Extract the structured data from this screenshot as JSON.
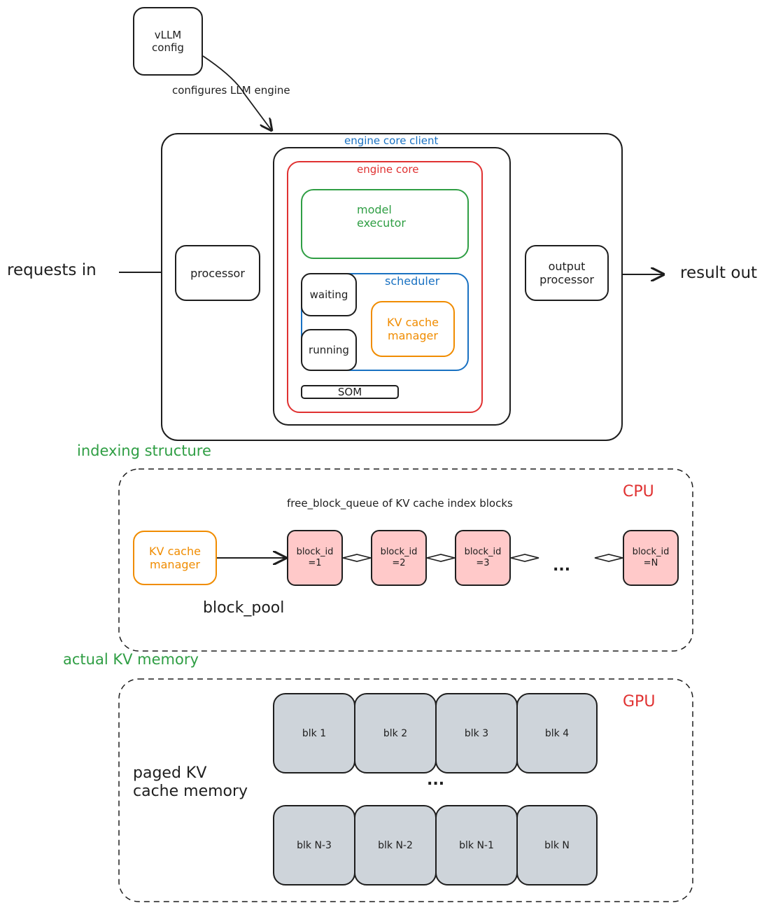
{
  "top": {
    "vllm_config": "vLLM\nconfig",
    "configures_label": "configures LLM engine"
  },
  "engine": {
    "client_label": "engine core client",
    "core_label": "engine core",
    "model_executor": "model\nexecutor",
    "scheduler": "scheduler",
    "waiting": "waiting",
    "running": "running",
    "kv_cache_manager": "KV cache\nmanager",
    "som": "SOM",
    "processor": "processor",
    "output_processor": "output\nprocessor",
    "requests_in": "requests in",
    "result_out": "result out"
  },
  "indexing": {
    "section_label": "indexing structure",
    "cpu_label": "CPU",
    "queue_title": "free_block_queue of KV cache index blocks",
    "kv_cache_manager": "KV cache\nmanager",
    "block_pool": "block_pool",
    "ellipsis": "...",
    "blocks": [
      "block_id\n=1",
      "block_id\n=2",
      "block_id\n=3",
      "block_id\n=N"
    ]
  },
  "memory": {
    "section_label": "actual KV memory",
    "gpu_label": "GPU",
    "paged_label": "paged KV\ncache memory",
    "ellipsis": "...",
    "row1": [
      "blk 1",
      "blk 2",
      "blk 3",
      "blk 4"
    ],
    "row2": [
      "blk N-3",
      "blk N-2",
      "blk N-1",
      "blk N"
    ]
  },
  "colors": {
    "blue": "#1971c2",
    "red": "#e03131",
    "green": "#2f9e44",
    "orange": "#f08c00",
    "pink": "#ffc9c9",
    "gray": "#ced4da"
  }
}
